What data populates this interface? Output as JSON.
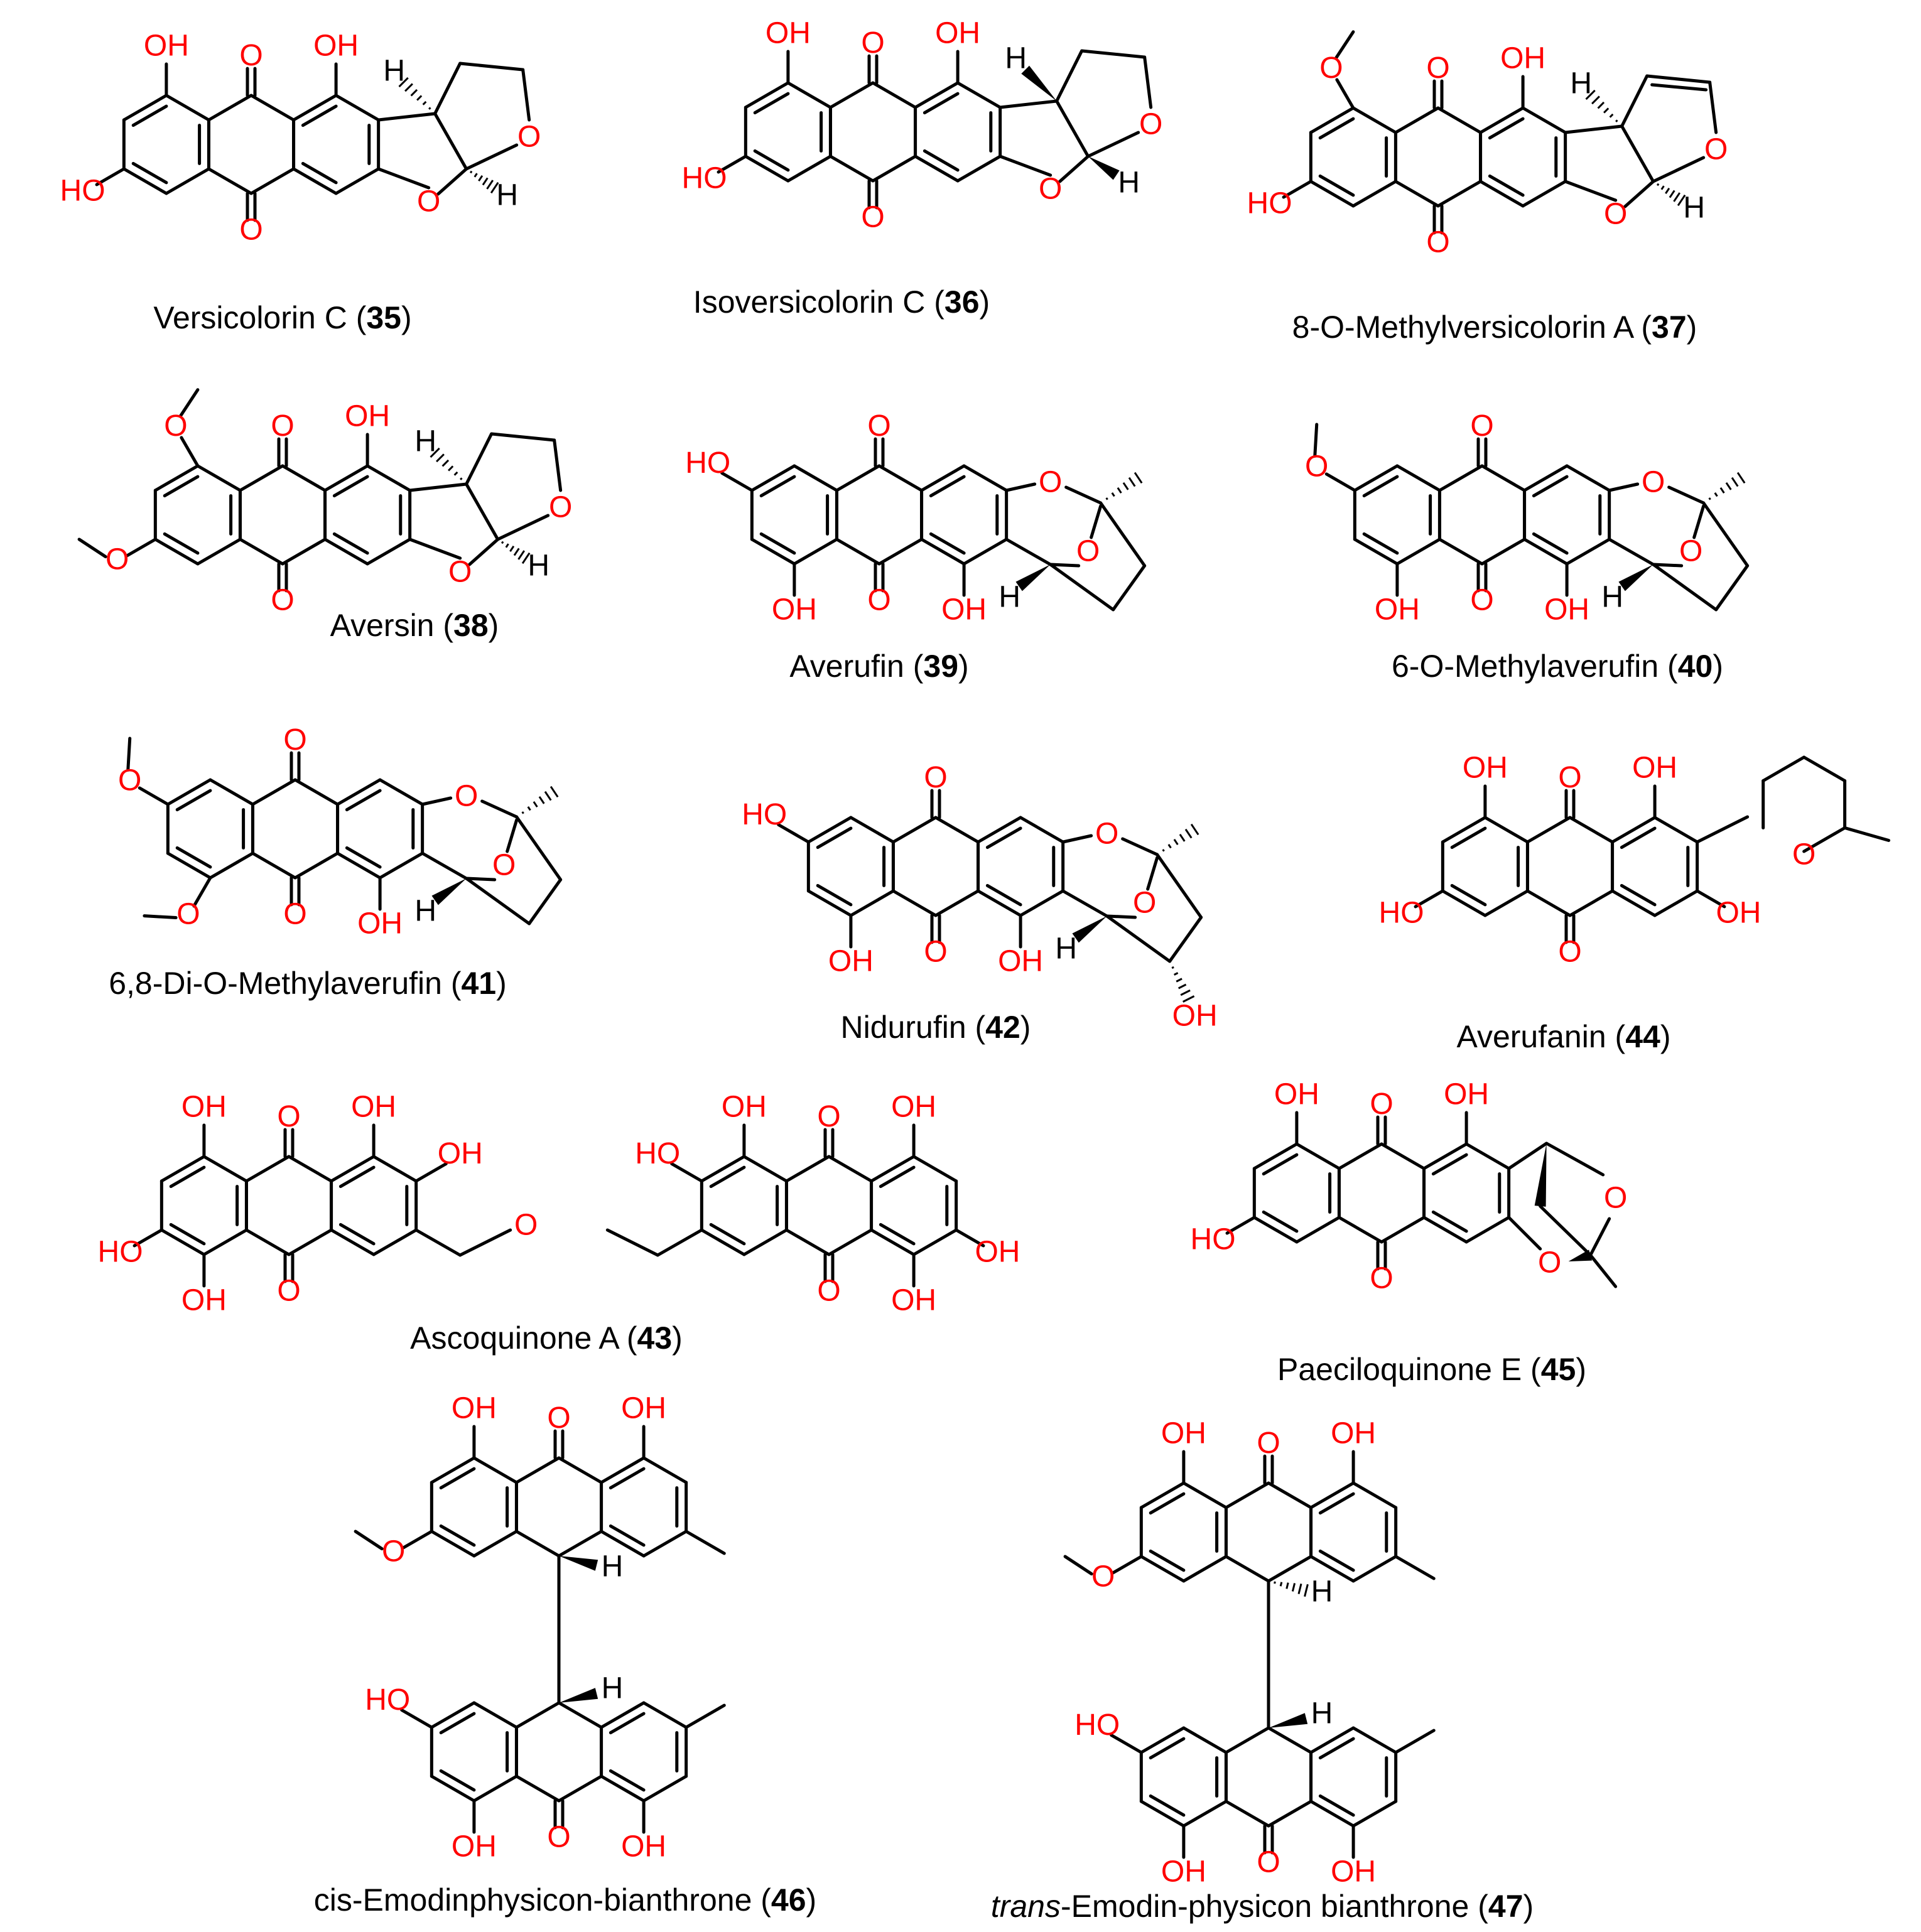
{
  "colors": {
    "heteroatom": "#ff0000",
    "hydrogen": "#000000",
    "bond": "#000000"
  },
  "labels": {
    "OH": "OH",
    "HO": "HO",
    "O": "O",
    "H": "H"
  },
  "compounds": [
    {
      "id": "35",
      "name": "Versicolorin C"
    },
    {
      "id": "36",
      "name": "Isoversicolorin C"
    },
    {
      "id": "37",
      "name": "8-O-Methylversicolorin A"
    },
    {
      "id": "38",
      "name": "Aversin"
    },
    {
      "id": "39",
      "name": "Averufin"
    },
    {
      "id": "40",
      "name": "6-O-Methylaverufin"
    },
    {
      "id": "41",
      "name": "6,8-Di-O-Methylaverufin"
    },
    {
      "id": "42",
      "name": "Nidurufin"
    },
    {
      "id": "44",
      "name": "Averufanin"
    },
    {
      "id": "43",
      "name": "Ascoquinone A"
    },
    {
      "id": "45",
      "name": "Paeciloquinone E"
    },
    {
      "id": "46",
      "name": "cis-Emodinphysicon-bianthrone"
    },
    {
      "id": "47",
      "name": "-Emodin-physicon bianthrone",
      "italic_prefix": "trans"
    }
  ]
}
